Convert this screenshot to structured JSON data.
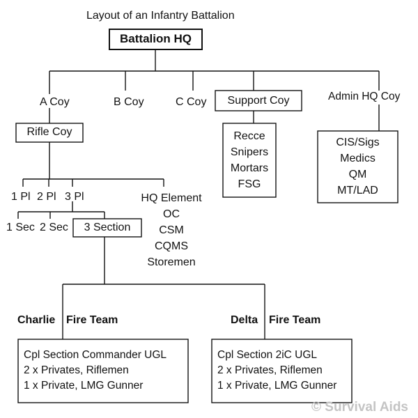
{
  "title": "Layout of an Infantry Battalion",
  "battalion_hq": "Battalion HQ",
  "companies": {
    "a": "A Coy",
    "b": "B Coy",
    "c": "C Coy",
    "support": "Support Coy",
    "admin": "Admin HQ Coy"
  },
  "support_items": [
    "Recce",
    "Snipers",
    "Mortars",
    "FSG"
  ],
  "admin_items": [
    "CIS/Sigs",
    "Medics",
    "QM",
    "MT/LAD"
  ],
  "rifle_coy": "Rifle Coy",
  "platoons": [
    "1 Pl",
    "2 Pl",
    "3 Pl"
  ],
  "hq_element": {
    "title": "HQ Element",
    "items": [
      "OC",
      "CSM",
      "CQMS",
      "Storemen"
    ]
  },
  "sections": [
    "1 Sec",
    "2 Sec",
    "3 Section"
  ],
  "fire_teams": [
    {
      "name": "Charlie",
      "label": "Fire Team",
      "members": [
        "Cpl Section Commander UGL",
        "2 x Privates, Riflemen",
        "1 x Private, LMG Gunner"
      ]
    },
    {
      "name": "Delta",
      "label": "Fire Team",
      "members": [
        "Cpl Section 2iC UGL",
        "2 x Privates, Riflemen",
        "1 x Private, LMG Gunner"
      ]
    }
  ],
  "watermark": "© Survival Aids"
}
